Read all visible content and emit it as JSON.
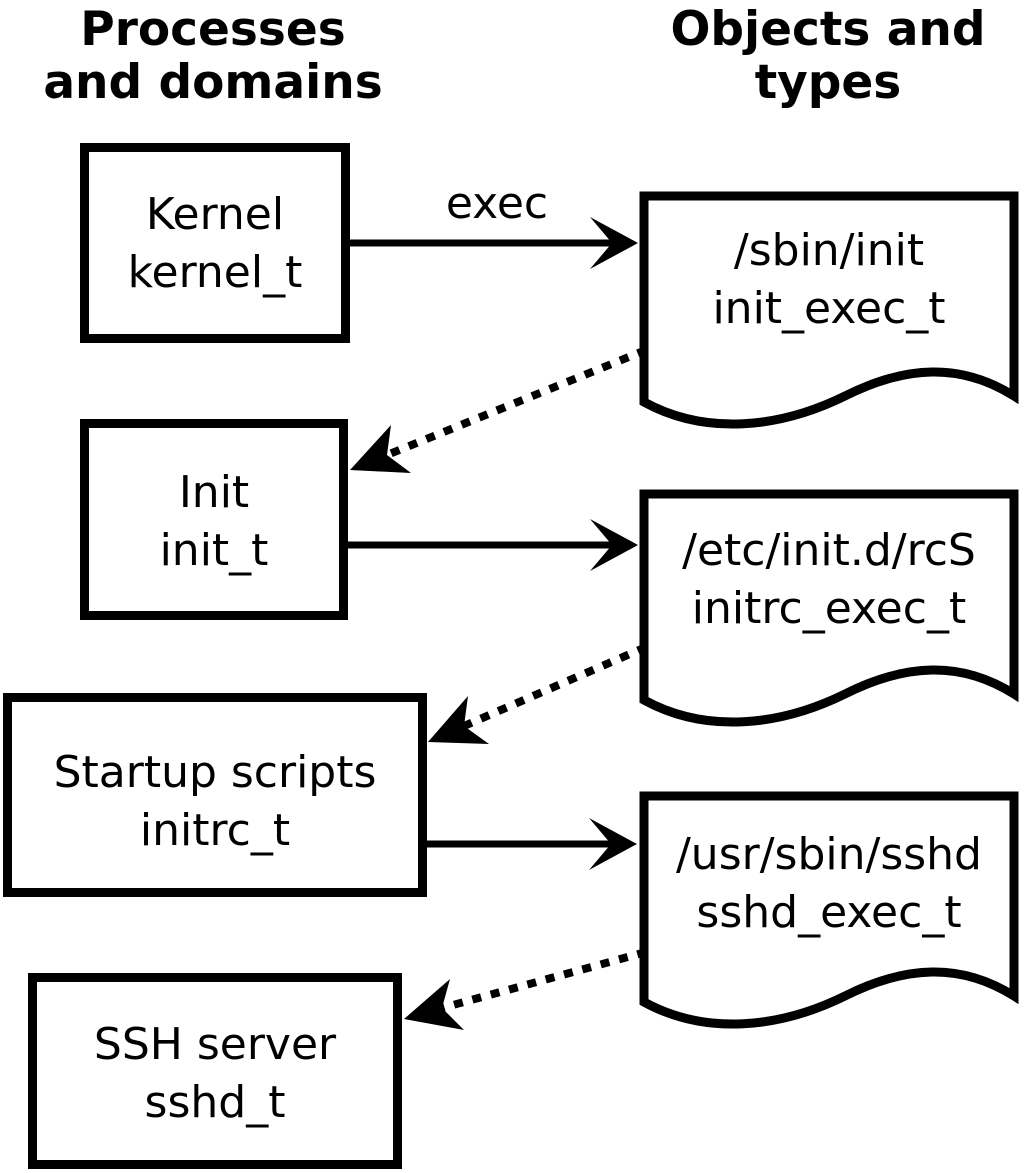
{
  "diagram": {
    "columns": {
      "left": {
        "title_line1": "Processes",
        "title_line2": "and domains"
      },
      "right": {
        "title_line1": "Objects and",
        "title_line2": "types"
      }
    },
    "processes": [
      {
        "id": "kernel",
        "line1": "Kernel",
        "line2": "kernel_t"
      },
      {
        "id": "init",
        "line1": "Init",
        "line2": "init_t"
      },
      {
        "id": "initrc",
        "line1": "Startup scripts",
        "line2": "initrc_t"
      },
      {
        "id": "sshd",
        "line1": "SSH server",
        "line2": "sshd_t"
      }
    ],
    "objects": [
      {
        "id": "init_exec",
        "line1": "/sbin/init",
        "line2": "init_exec_t"
      },
      {
        "id": "initrc_exec",
        "line1": "/etc/init.d/rcS",
        "line2": "initrc_exec_t"
      },
      {
        "id": "sshd_exec",
        "line1": "/usr/sbin/sshd",
        "line2": "sshd_exec_t"
      }
    ],
    "edges": [
      {
        "from": "kernel",
        "to": "init_exec",
        "style": "solid",
        "label": "exec"
      },
      {
        "from": "init_exec",
        "to": "init",
        "style": "dotted",
        "label": ""
      },
      {
        "from": "init",
        "to": "initrc_exec",
        "style": "solid",
        "label": ""
      },
      {
        "from": "initrc_exec",
        "to": "initrc",
        "style": "dotted",
        "label": ""
      },
      {
        "from": "initrc",
        "to": "sshd_exec",
        "style": "solid",
        "label": ""
      },
      {
        "from": "sshd_exec",
        "to": "sshd",
        "style": "dotted",
        "label": ""
      }
    ],
    "colors": {
      "ink": "#000000",
      "background": "#ffffff"
    }
  }
}
